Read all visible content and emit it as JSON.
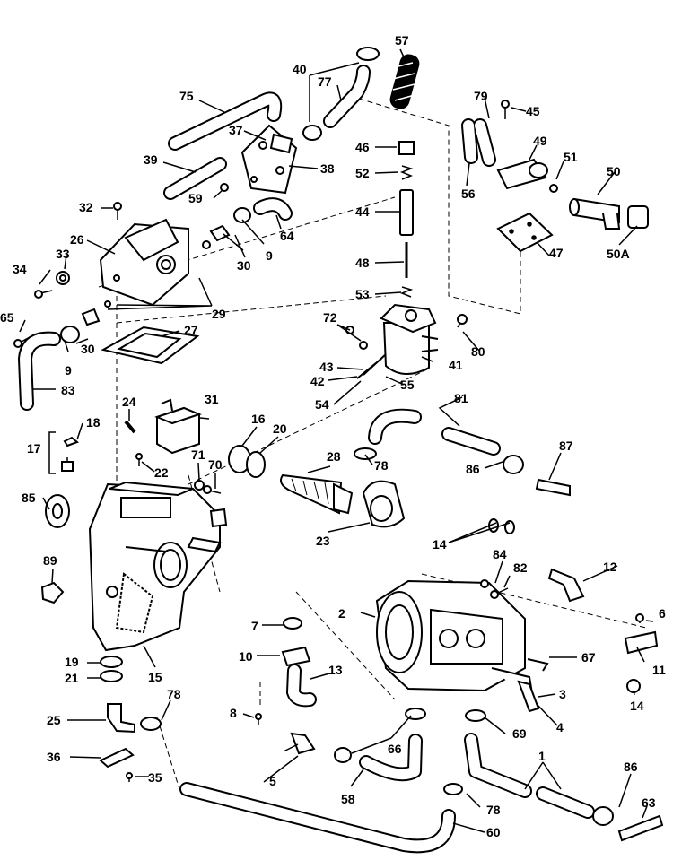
{
  "labels": [
    {
      "text": "57"
    },
    {
      "text": "40"
    },
    {
      "text": "77"
    },
    {
      "text": "75"
    },
    {
      "text": "79"
    },
    {
      "text": "45"
    },
    {
      "text": "37"
    },
    {
      "text": "46"
    },
    {
      "text": "49"
    },
    {
      "text": "39"
    },
    {
      "text": "38"
    },
    {
      "text": "51"
    },
    {
      "text": "52"
    },
    {
      "text": "50"
    },
    {
      "text": "56"
    },
    {
      "text": "59"
    },
    {
      "text": "32"
    },
    {
      "text": "44"
    },
    {
      "text": "64"
    },
    {
      "text": "26"
    },
    {
      "text": "9"
    },
    {
      "text": "47"
    },
    {
      "text": "50A"
    },
    {
      "text": "33"
    },
    {
      "text": "48"
    },
    {
      "text": "30"
    },
    {
      "text": "34"
    },
    {
      "text": "53"
    },
    {
      "text": "29"
    },
    {
      "text": "65"
    },
    {
      "text": "72"
    },
    {
      "text": "27"
    },
    {
      "text": "30"
    },
    {
      "text": "80"
    },
    {
      "text": "41"
    },
    {
      "text": "9"
    },
    {
      "text": "43"
    },
    {
      "text": "42"
    },
    {
      "text": "55"
    },
    {
      "text": "83"
    },
    {
      "text": "81"
    },
    {
      "text": "31"
    },
    {
      "text": "24"
    },
    {
      "text": "54"
    },
    {
      "text": "16"
    },
    {
      "text": "18"
    },
    {
      "text": "20"
    },
    {
      "text": "87"
    },
    {
      "text": "17"
    },
    {
      "text": "71"
    },
    {
      "text": "28"
    },
    {
      "text": "70"
    },
    {
      "text": "78"
    },
    {
      "text": "86"
    },
    {
      "text": "22"
    },
    {
      "text": "85"
    },
    {
      "text": "23"
    },
    {
      "text": "14"
    },
    {
      "text": "84"
    },
    {
      "text": "89"
    },
    {
      "text": "82"
    },
    {
      "text": "12"
    },
    {
      "text": "2"
    },
    {
      "text": "6"
    },
    {
      "text": "7"
    },
    {
      "text": "10"
    },
    {
      "text": "67"
    },
    {
      "text": "19"
    },
    {
      "text": "11"
    },
    {
      "text": "15"
    },
    {
      "text": "13"
    },
    {
      "text": "21"
    },
    {
      "text": "78"
    },
    {
      "text": "3"
    },
    {
      "text": "14"
    },
    {
      "text": "8"
    },
    {
      "text": "25"
    },
    {
      "text": "4"
    },
    {
      "text": "69"
    },
    {
      "text": "66"
    },
    {
      "text": "36"
    },
    {
      "text": "1"
    },
    {
      "text": "86"
    },
    {
      "text": "5"
    },
    {
      "text": "35"
    },
    {
      "text": "58"
    },
    {
      "text": "63"
    },
    {
      "text": "78"
    },
    {
      "text": "60"
    }
  ],
  "colors": {
    "line": "#000000",
    "background": "#ffffff"
  }
}
